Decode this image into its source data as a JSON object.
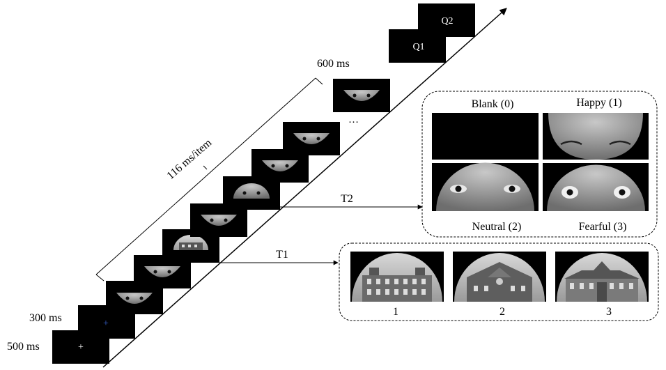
{
  "timing": {
    "first_fixation": "500 ms",
    "second_fixation": "300 ms",
    "rsvp_rate": "116 ms/item",
    "final_frame": "600 ms"
  },
  "frame_glyphs": {
    "fixation_white": "+",
    "fixation_blue": "+",
    "ellipsis": "…",
    "q1": "Q1",
    "q2": "Q2"
  },
  "targets": {
    "t1": "T1",
    "t2": "T2"
  },
  "t2_panel": {
    "blank": "Blank (0)",
    "happy": "Happy (1)",
    "neutral": "Neutral (2)",
    "fearful": "Fearful (3)"
  },
  "t1_panel": {
    "building_1": "1",
    "building_2": "2",
    "building_3": "3"
  },
  "colors": {
    "frame": "#000000",
    "blue_fixation": "#3a66d6",
    "face_gray": "#8a8a8a",
    "building_gray": "#9a9a9a"
  }
}
